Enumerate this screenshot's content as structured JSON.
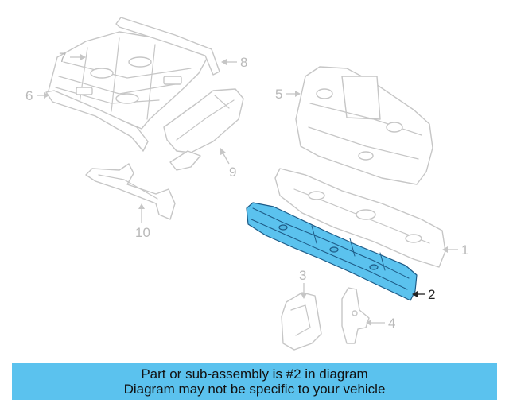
{
  "diagram": {
    "highlight_color": "#5bc2ee",
    "callouts": [
      {
        "id": "1",
        "label": "1"
      },
      {
        "id": "2",
        "label": "2",
        "highlighted": true
      },
      {
        "id": "3",
        "label": "3"
      },
      {
        "id": "4",
        "label": "4"
      },
      {
        "id": "5",
        "label": "5"
      },
      {
        "id": "6",
        "label": "6"
      },
      {
        "id": "7",
        "label": "7"
      },
      {
        "id": "8",
        "label": "8"
      },
      {
        "id": "9",
        "label": "9"
      },
      {
        "id": "10",
        "label": "10"
      }
    ]
  },
  "banner": {
    "line1": "Part or sub-assembly is #2 in diagram",
    "line2": "Diagram may not be specific to your vehicle",
    "background": "#5bc2ee"
  }
}
